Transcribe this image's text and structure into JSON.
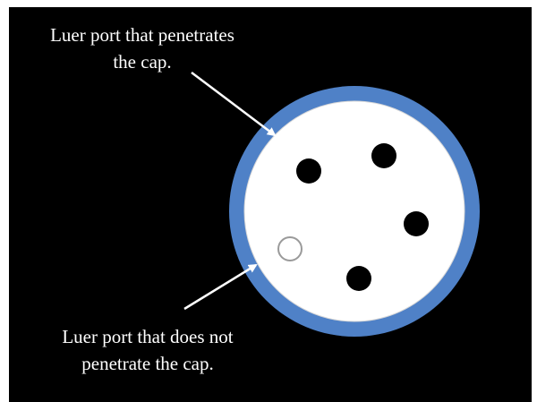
{
  "labels": {
    "penetrating": {
      "line1": "Luer port that penetrates",
      "line2": "the cap."
    },
    "non_penetrating": {
      "line1": "Luer port that does not",
      "line2": "penetrate the cap."
    }
  },
  "colors": {
    "background": "#000000",
    "cap_ring": "#4f81c7",
    "cap_face": "#ffffff",
    "port_penetrating": "#000000",
    "port_non_penetrating_outline": "#9a9a9a",
    "text": "#ffffff",
    "arrow": "#ffffff"
  },
  "ports": {
    "penetrating_count": 4,
    "non_penetrating_count": 1
  }
}
